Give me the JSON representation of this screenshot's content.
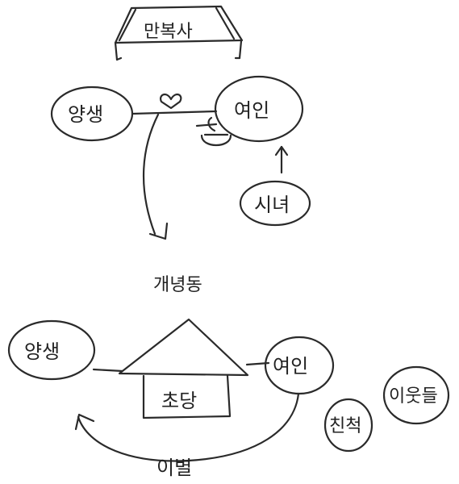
{
  "top": {
    "building_label": "만복사",
    "yangsaeng": "양생",
    "yeoin": "여인",
    "sinyeo": "시녀"
  },
  "middle": {
    "location_label": "개녕동"
  },
  "bottom": {
    "yangsaeng": "양생",
    "yeoin": "여인",
    "house_label": "초당",
    "relatives": "친척",
    "neighbors": "이웃들",
    "farewell": "이별"
  }
}
